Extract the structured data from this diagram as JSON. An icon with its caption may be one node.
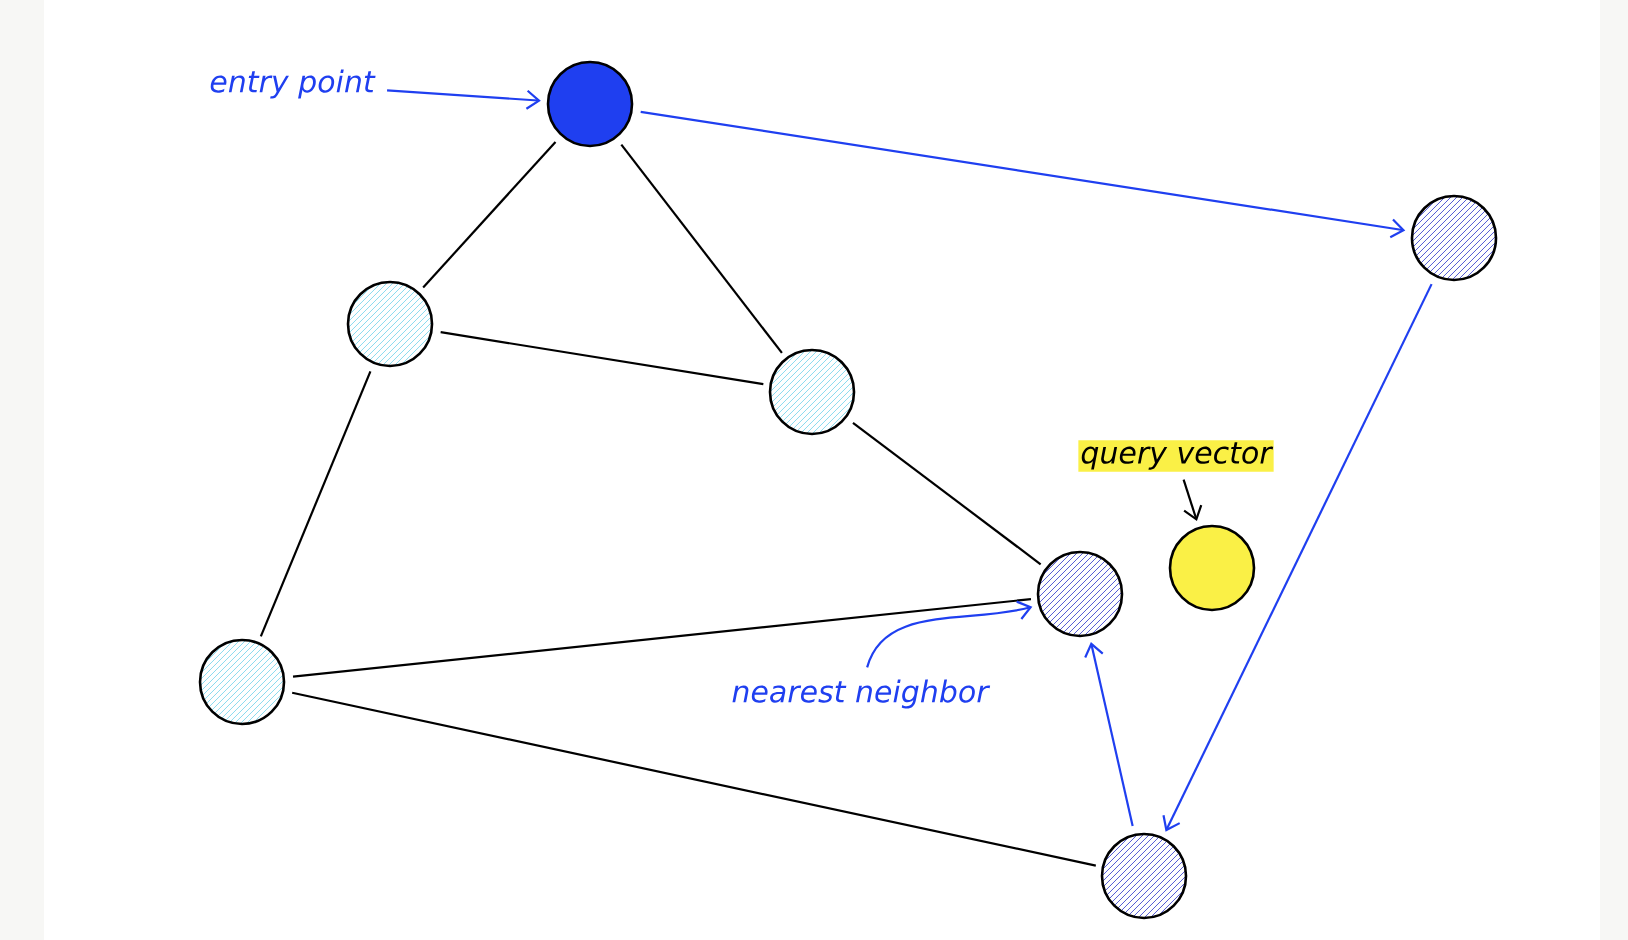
{
  "diagram": {
    "nodes": [
      {
        "text": [],
        "shape": "circle"
      },
      {
        "text": [],
        "shape": "circle"
      },
      {
        "text": [],
        "shape": "circle"
      },
      {
        "text": [],
        "shape": "circle"
      },
      {
        "text": [],
        "shape": "circle"
      },
      {
        "text": [],
        "shape": "circle"
      },
      {
        "text": [],
        "shape": "circle"
      },
      {
        "text": [],
        "shape": "circle"
      },
      {
        "text": [
          "entry point"
        ]
      },
      {
        "text": [
          "query vector"
        ]
      },
      {
        "text": [
          "nearest neighbor"
        ]
      }
    ],
    "edges": [
      {
        "from": 0,
        "to": 2,
        "arrow": "none"
      },
      {
        "from": 0,
        "to": 3,
        "arrow": "none"
      },
      {
        "from": 2,
        "to": 3,
        "arrow": "none"
      },
      {
        "from": 2,
        "to": 6,
        "arrow": "none"
      },
      {
        "from": 3,
        "to": 4,
        "arrow": "none"
      },
      {
        "from": 6,
        "to": 4,
        "arrow": "none"
      },
      {
        "from": 6,
        "to": 7,
        "arrow": "none"
      },
      {
        "from": 0,
        "to": 1,
        "arrow": "to",
        "color": "#1f3ff0"
      },
      {
        "from": 1,
        "to": 7,
        "arrow": "to",
        "color": "#1f3ff0"
      },
      {
        "from": 7,
        "to": 4,
        "arrow": "to",
        "color": "#1f3ff0"
      },
      {
        "from": 8,
        "to": 0,
        "arrow": "to",
        "color": "#1f3ff0"
      },
      {
        "from": 9,
        "to": 5,
        "arrow": "to"
      },
      {
        "from": 10,
        "to": 4,
        "arrow": "to",
        "color": "#1f3ff0"
      }
    ]
  }
}
